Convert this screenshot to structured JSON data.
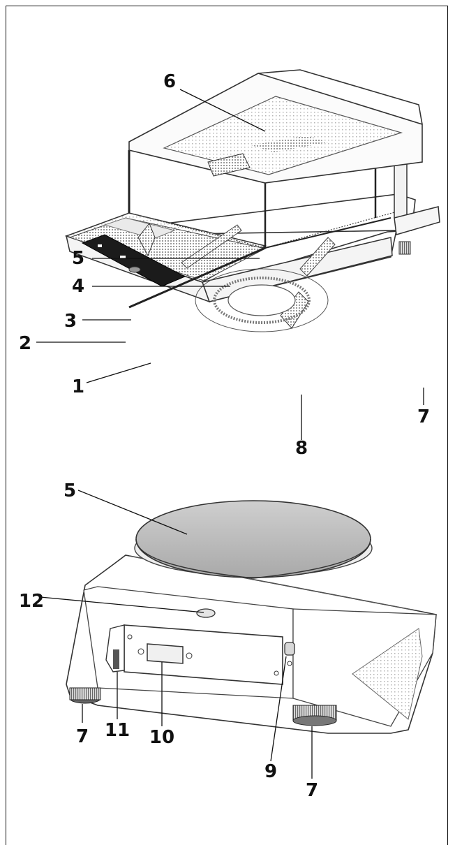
{
  "figure1": {
    "callouts": [
      {
        "id": "c1",
        "label": "1"
      },
      {
        "id": "c2",
        "label": "2"
      },
      {
        "id": "c3",
        "label": "3"
      },
      {
        "id": "c4",
        "label": "4"
      },
      {
        "id": "c5",
        "label": "5"
      },
      {
        "id": "c6",
        "label": "6"
      },
      {
        "id": "c7",
        "label": "7"
      },
      {
        "id": "c8",
        "label": "8"
      }
    ]
  },
  "figure2": {
    "callouts": [
      {
        "id": "c5",
        "label": "5"
      },
      {
        "id": "c12",
        "label": "12"
      },
      {
        "id": "c7a",
        "label": "7"
      },
      {
        "id": "c11",
        "label": "11"
      },
      {
        "id": "c10",
        "label": "10"
      },
      {
        "id": "c9",
        "label": "9"
      },
      {
        "id": "c7b",
        "label": "7"
      }
    ]
  }
}
